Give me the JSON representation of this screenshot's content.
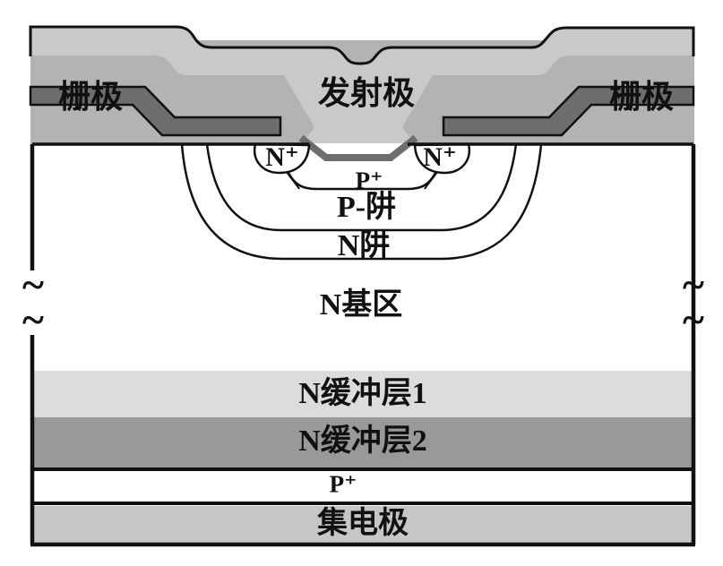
{
  "labels": {
    "gate_left": "栅极",
    "emitter": "发射极",
    "gate_right": "栅极",
    "n_plus_left": "N⁺",
    "n_plus_right": "N⁺",
    "p_plus_well": "P⁺",
    "p_well": "P-阱",
    "n_well": "N阱",
    "n_base": "N基区",
    "n_buffer_1": "N缓冲层1",
    "n_buffer_2": "N缓冲层2",
    "p_plus_substrate": "P⁺",
    "collector": "集电极",
    "break_tilde": "~"
  },
  "colors": {
    "top_metal_light": "#c9c9c9",
    "oxide_mid": "#b3b3b3",
    "gate_dark": "#6e6e6e",
    "buffer1_light": "#dcdcdc",
    "buffer2_gray": "#999999",
    "collector_gray": "#c6c6c6",
    "silicon_white": "#ffffff",
    "outline_black": "#111111"
  }
}
